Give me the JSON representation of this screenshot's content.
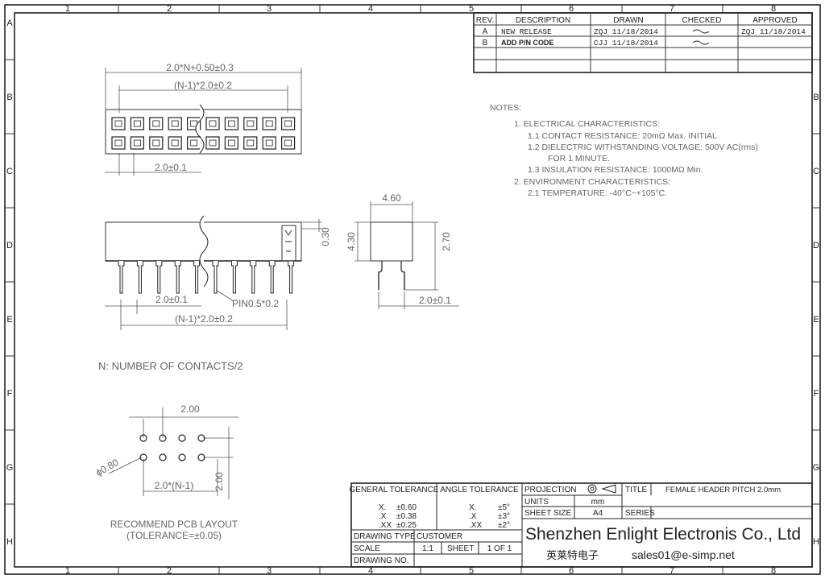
{
  "grid": {
    "columns": [
      "1",
      "2",
      "3",
      "4",
      "5",
      "6",
      "7",
      "8"
    ],
    "rows": [
      "A",
      "B",
      "C",
      "D",
      "E",
      "F",
      "G",
      "H"
    ]
  },
  "revision_table": {
    "headers": [
      "REV.",
      "DESCRIPTION",
      "DRAWN",
      "CHECKED",
      "APPROVED"
    ],
    "rows": [
      {
        "rev": "A",
        "description": "NEW RELEASE",
        "drawn": "ZQJ 11/18/2014",
        "approved": "ZQJ 11/18/2014"
      },
      {
        "rev": "B",
        "description": "ADD P/N CODE",
        "drawn": "CJJ 11/18/2014",
        "approved": ""
      }
    ]
  },
  "top_view": {
    "dim_overall": "2.0*N+0.50±0.3",
    "dim_span": "(N-1)*2.0±0.2",
    "dim_pitch": "2.0±0.1"
  },
  "front_view": {
    "dim_height": "0.30",
    "dim_pitch": "2.0±0.1",
    "pin_label": "PIN0.5*0.2",
    "dim_span": "(N-1)*2.0±0.2"
  },
  "side_view": {
    "dim_width": "4.60",
    "dim_height": "4.30",
    "dim_pin_length": "2.70",
    "dim_pitch": "2.0±0.1"
  },
  "contacts_note": "N: NUMBER OF CONTACTS/2",
  "pcb_layout": {
    "dim_pitch": "2.00",
    "dim_hole": "ϕ0.80",
    "dim_span": "2.0*(N-1)",
    "dim_row": "2.00",
    "caption": "RECOMMEND PCB LAYOUT",
    "tolerance": "(TOLERANCE=±0.05)"
  },
  "notes": {
    "title": "NOTES:",
    "lines": [
      "1. ELECTRICAL CHARACTERISTICS:",
      "1.1 CONTACT RESISTANCE: 20mΩ Max. INITIAL.",
      "1.2 DIELECTRIC WITHSTANDING VOLTAGE: 500V AC(rms)",
      "FOR 1 MINUTE.",
      "1.3 INSULATION RESISTANCE: 1000MΩ Min.",
      "2. ENVIRONMENT CHARACTERISTICS:",
      "2.1 TEMPERATURE: -40°C~+105°C."
    ]
  },
  "title_block": {
    "general_tolerance": "GENERAL TOLERANCE",
    "angle_tolerance": "ANGLE TOLERANCE",
    "gen_rows": [
      [
        "X.",
        "±0.60"
      ],
      [
        ".X",
        "±0.38"
      ],
      [
        ".XX",
        "±0.25"
      ]
    ],
    "ang_rows": [
      [
        "X.",
        "±5°"
      ],
      [
        ".X",
        "±3°"
      ],
      [
        ".XX",
        "±2°"
      ]
    ],
    "projection": "PROJECTION",
    "title_label": "TITLE",
    "title_value": "FEMALE HEADER PITCH 2.0mm",
    "units_label": "UNITS",
    "units_value": "mm",
    "sheet_size_label": "SHEET SIZE",
    "sheet_size_value": "A4",
    "series_label": "SERIES",
    "drawing_type_label": "DRAWING TYPE",
    "drawing_type_value": "CUSTOMER",
    "scale_label": "SCALE",
    "scale_value": "1:1",
    "sheet_label": "SHEET",
    "sheet_value": "1 OF 1",
    "drawing_no_label": "DRAWING NO.",
    "company": "Shenzhen Enlight Electronis Co., Ltd",
    "company_cn": "英莱特电子",
    "email": "sales01@e-simp.net"
  }
}
